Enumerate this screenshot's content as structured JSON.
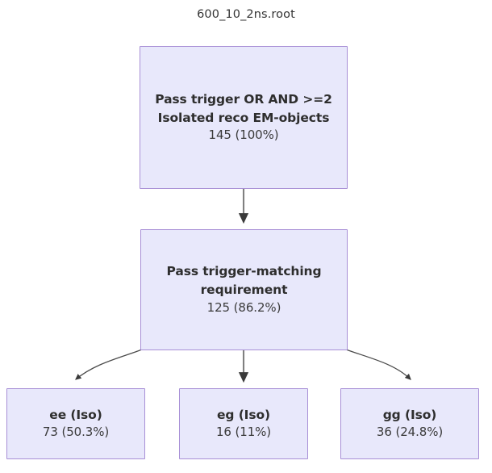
{
  "title": "600_10_2ns.root",
  "theme": {
    "node_fill": "#e8e8fb",
    "node_border": "#a88fd6",
    "edge_color": "#6b6b6b",
    "text_color": "#333333",
    "background": "#ffffff"
  },
  "nodes": [
    {
      "id": "root",
      "label": "Pass trigger OR AND >=2 Isolated reco EM-objects",
      "count": "145 (100%)",
      "value": 145,
      "percent": "100%"
    },
    {
      "id": "matching",
      "label": "Pass trigger-matching requirement",
      "count": "125 (86.2%)",
      "value": 125,
      "percent": "86.2%"
    },
    {
      "id": "ee",
      "label": "ee (Iso)",
      "count": "73 (50.3%)",
      "value": 73,
      "percent": "50.3%"
    },
    {
      "id": "eg",
      "label": "eg (Iso)",
      "count": "16 (11%)",
      "value": 16,
      "percent": "11%"
    },
    {
      "id": "gg",
      "label": "gg (Iso)",
      "count": "36 (24.8%)",
      "value": 36,
      "percent": "24.8%"
    }
  ],
  "edges": [
    {
      "from": "root",
      "to": "matching",
      "shape": "straight"
    },
    {
      "from": "matching",
      "to": "ee",
      "shape": "curved-left"
    },
    {
      "from": "matching",
      "to": "eg",
      "shape": "straight"
    },
    {
      "from": "matching",
      "to": "gg",
      "shape": "curved-right"
    }
  ]
}
